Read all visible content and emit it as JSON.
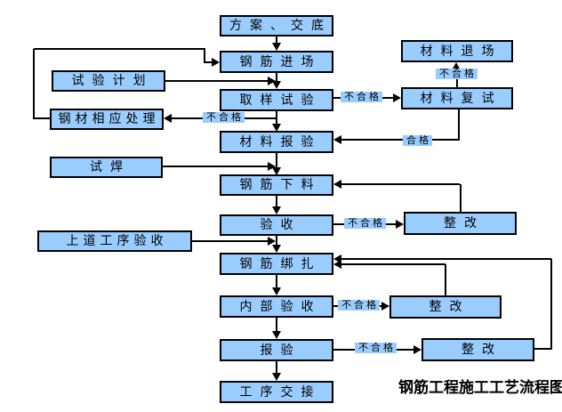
{
  "caption": "钢筋工程施工工艺流程图",
  "colors": {
    "node_fill": "#99CCFF",
    "node_border": "#000000",
    "connector": "#000000",
    "background": "#FFFFFF"
  },
  "nodes": {
    "plan_disclosure": "方案、交底",
    "rebar_entry": "钢筋进场",
    "sampling_test": "取样试验",
    "material_inspection": "材料报验",
    "rebar_cutting": "钢筋下料",
    "acceptance": "验收",
    "rebar_binding": "钢筋绑扎",
    "internal_acceptance": "内部验收",
    "inspection_report": "报验",
    "process_handover": "工序交接",
    "test_plan": "试验计划",
    "steel_treatment": "钢材相应处理",
    "trial_weld": "试焊",
    "previous_process_acceptance": "上道工序验收",
    "material_exit": "材料退场",
    "material_retest": "材料复试",
    "rectification_1": "整改",
    "rectification_2": "整改",
    "rectification_3": "整改"
  },
  "edge_labels": {
    "retest_to_exit": "不合格",
    "sampling_to_retest": "不合格",
    "sampling_to_treatment": "不合格",
    "retest_to_inspection": "合格",
    "acceptance_to_rect1": "不合格",
    "internal_to_rect2": "不合格",
    "report_to_rect3": "不合格"
  }
}
